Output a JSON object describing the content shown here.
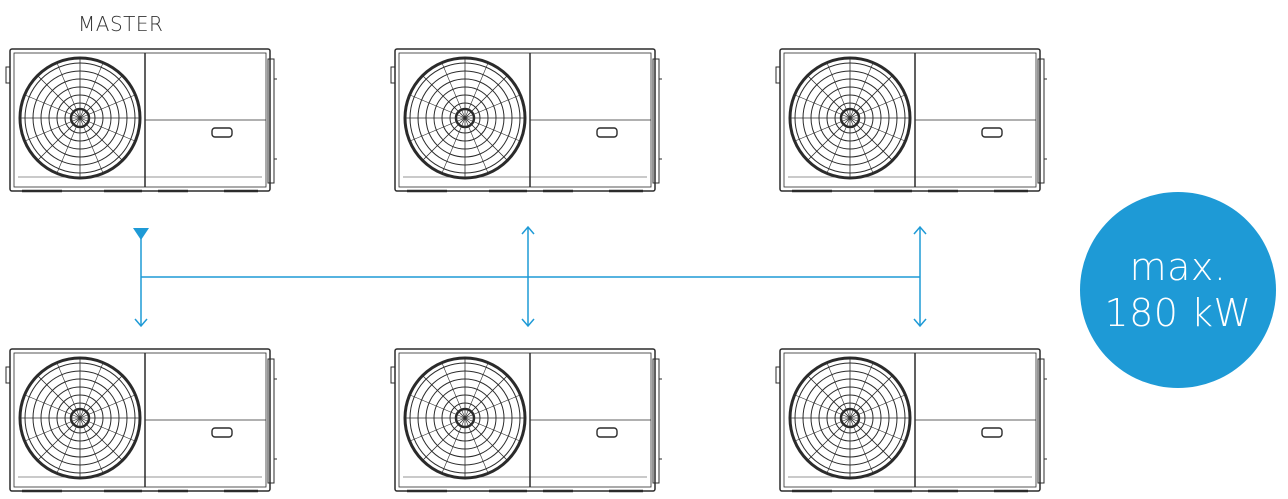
{
  "labels": {
    "master": "MASTER"
  },
  "badge": {
    "line1": "max.",
    "line2": "180 kW"
  },
  "units": [
    {
      "id": "unit-top-1",
      "role": "master"
    },
    {
      "id": "unit-top-2",
      "role": ""
    },
    {
      "id": "unit-top-3",
      "role": ""
    },
    {
      "id": "unit-bottom-1",
      "role": ""
    },
    {
      "id": "unit-bottom-2",
      "role": ""
    },
    {
      "id": "unit-bottom-3",
      "role": ""
    }
  ],
  "colors": {
    "accent": "#1e9ad6",
    "outline": "#2b2b2b",
    "text": "#333333"
  }
}
